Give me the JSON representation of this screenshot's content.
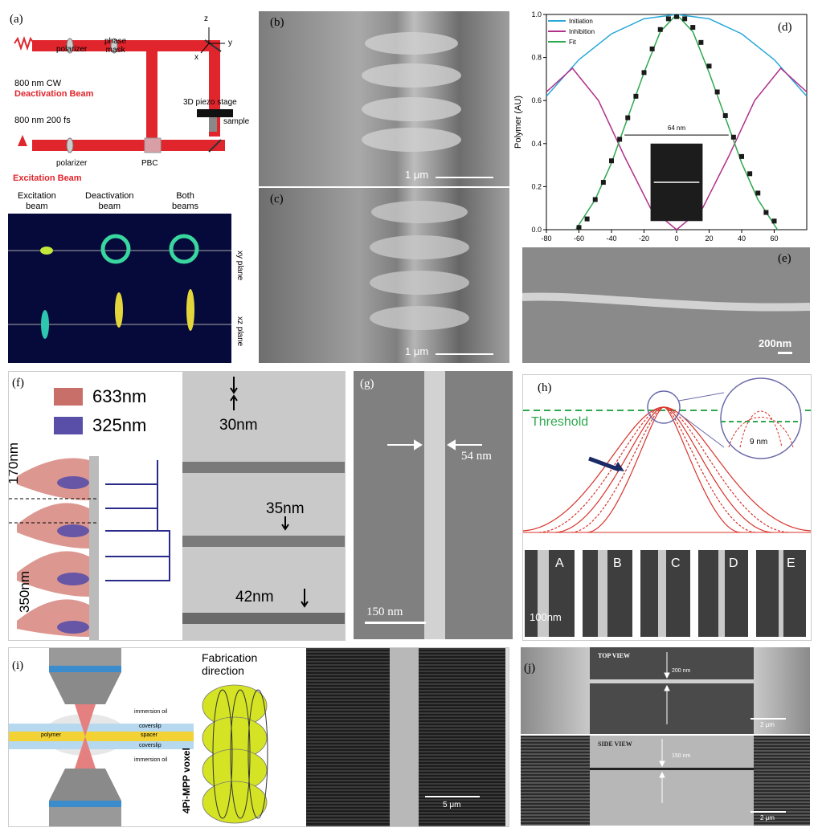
{
  "panels": {
    "a": {
      "label": "(a)",
      "polarizer_top": "polarizer",
      "phase_mask": "phase\nmask",
      "cw_text": "800 nm CW",
      "deact_beam": "Deactivation Beam",
      "stage": "3D piezo stage",
      "sample": "sample",
      "fs_text": "800 nm 200 fs",
      "polarizer_bottom": "polarizer",
      "pbc": "PBC",
      "excit_beam": "Excitation Beam",
      "col1": "Excitation\nbeam",
      "col2": "Deactivation\nbeam",
      "col3": "Both\nbeams",
      "xy": "xy plane",
      "xz": "xz plane",
      "axis_z": "z",
      "axis_y": "y",
      "axis_x": "x"
    },
    "b": {
      "label": "(b)",
      "scale": "1 μm"
    },
    "c": {
      "label": "(c)",
      "scale": "1 μm"
    },
    "d": {
      "label": "(d)",
      "width_annot": "64 nm"
    },
    "e": {
      "label": "(e)",
      "scale": "200nm"
    },
    "f": {
      "label": "(f)",
      "legend1": "633nm",
      "legend2": "325nm",
      "dim1": "170nm",
      "dim2": "350nm",
      "m1": "30nm",
      "m2": "35nm",
      "m3": "42nm"
    },
    "g": {
      "label": "(g)",
      "width": "54 nm",
      "scale": "150 nm"
    },
    "h": {
      "label": "(h)",
      "threshold": "Threshold",
      "nm": "9 nm",
      "scale": "100nm",
      "letters": [
        "A",
        "B",
        "C",
        "D",
        "E"
      ]
    },
    "i": {
      "label": "(i)",
      "immersion_oil": "immersion oil",
      "coverslip": "coverslip",
      "polymer": "polymer",
      "spacer": "spacer",
      "fab": "Fabrication\ndirection",
      "voxel": "4Pi-MPP voxel",
      "scale": "5 μm"
    },
    "j": {
      "label": "(j)",
      "top": "TOP VIEW",
      "top_dim": "200 nm",
      "scale1": "2 μm",
      "side": "SIDE VIEW",
      "side_dim": "150 nm",
      "scale2": "2 μm"
    }
  },
  "chart_data": {
    "type": "line",
    "ylabel": "Polymer (AU)",
    "xlim": [
      -80,
      80
    ],
    "ylim": [
      0,
      1.0
    ],
    "xticks": [
      -80,
      -60,
      -40,
      -20,
      0,
      20,
      40,
      60
    ],
    "yticks": [
      0.0,
      0.2,
      0.4,
      0.6,
      0.8,
      1.0
    ],
    "legend_position": "top-left",
    "colors": {
      "initiation": "#2aa8d8",
      "inhibition": "#b0308a",
      "fit": "#2fa850",
      "data": "#1a1a1a"
    },
    "series": [
      {
        "name": "Initiation",
        "x": [
          -80,
          -60,
          -40,
          -20,
          0,
          20,
          40,
          60,
          80
        ],
        "y": [
          0.62,
          0.79,
          0.91,
          0.98,
          1.0,
          0.98,
          0.91,
          0.79,
          0.62
        ]
      },
      {
        "name": "Inhibition",
        "x": [
          -80,
          -64,
          -48,
          -32,
          -16,
          0,
          16,
          32,
          48,
          64,
          80
        ],
        "y": [
          0.64,
          0.75,
          0.6,
          0.34,
          0.1,
          0.0,
          0.1,
          0.34,
          0.6,
          0.75,
          0.64
        ]
      },
      {
        "name": "Fit",
        "x": [
          -62,
          -50,
          -40,
          -30,
          -20,
          -10,
          0,
          10,
          20,
          30,
          40,
          50,
          62
        ],
        "y": [
          0.0,
          0.14,
          0.31,
          0.52,
          0.73,
          0.92,
          1.0,
          0.92,
          0.73,
          0.52,
          0.31,
          0.14,
          0.0
        ]
      },
      {
        "name": "",
        "x": [
          -60,
          -55,
          -50,
          -45,
          -40,
          -35,
          -30,
          -25,
          -20,
          -15,
          -10,
          -5,
          0,
          5,
          10,
          15,
          20,
          25,
          30,
          35,
          40,
          45,
          50,
          55,
          60
        ],
        "y": [
          0.01,
          0.05,
          0.14,
          0.22,
          0.32,
          0.42,
          0.52,
          0.62,
          0.73,
          0.84,
          0.93,
          0.98,
          0.99,
          0.98,
          0.94,
          0.87,
          0.76,
          0.64,
          0.53,
          0.43,
          0.34,
          0.26,
          0.17,
          0.08,
          0.04
        ]
      }
    ]
  }
}
